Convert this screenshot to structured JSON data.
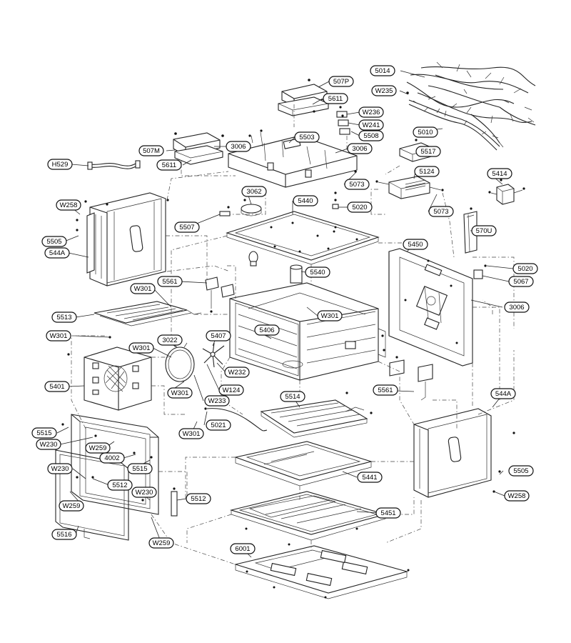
{
  "labels": [
    {
      "id": "5014",
      "t": "5014"
    },
    {
      "id": "W235",
      "t": "W235"
    },
    {
      "id": "507P",
      "t": "507P"
    },
    {
      "id": "5611a",
      "t": "5611"
    },
    {
      "id": "W236",
      "t": "W236"
    },
    {
      "id": "W241",
      "t": "W241"
    },
    {
      "id": "5508",
      "t": "5508"
    },
    {
      "id": "5010",
      "t": "5010"
    },
    {
      "id": "5503",
      "t": "5503"
    },
    {
      "id": "3006a",
      "t": "3006"
    },
    {
      "id": "507M",
      "t": "507M"
    },
    {
      "id": "3006b",
      "t": "3006"
    },
    {
      "id": "5517",
      "t": "5517"
    },
    {
      "id": "5611b",
      "t": "5611"
    },
    {
      "id": "H529",
      "t": "H529"
    },
    {
      "id": "5124",
      "t": "5124"
    },
    {
      "id": "5414",
      "t": "5414"
    },
    {
      "id": "5073a",
      "t": "5073"
    },
    {
      "id": "3062",
      "t": "3062"
    },
    {
      "id": "W258a",
      "t": "W258"
    },
    {
      "id": "5440",
      "t": "5440"
    },
    {
      "id": "5020a",
      "t": "5020"
    },
    {
      "id": "5073b",
      "t": "5073"
    },
    {
      "id": "5507",
      "t": "5507"
    },
    {
      "id": "570U",
      "t": "570U"
    },
    {
      "id": "5505a",
      "t": "5505"
    },
    {
      "id": "544Aa",
      "t": "544A"
    },
    {
      "id": "5450",
      "t": "5450"
    },
    {
      "id": "5540",
      "t": "5540"
    },
    {
      "id": "5020b",
      "t": "5020"
    },
    {
      "id": "5067",
      "t": "5067"
    },
    {
      "id": "5561a",
      "t": "5561"
    },
    {
      "id": "W301a",
      "t": "W301"
    },
    {
      "id": "3006c",
      "t": "3006"
    },
    {
      "id": "W301b",
      "t": "W301"
    },
    {
      "id": "5513",
      "t": "5513"
    },
    {
      "id": "5406",
      "t": "5406"
    },
    {
      "id": "W301c",
      "t": "W301"
    },
    {
      "id": "3022",
      "t": "3022"
    },
    {
      "id": "5407",
      "t": "5407"
    },
    {
      "id": "W301d",
      "t": "W301"
    },
    {
      "id": "W232",
      "t": "W232"
    },
    {
      "id": "5401",
      "t": "5401"
    },
    {
      "id": "W124",
      "t": "W124"
    },
    {
      "id": "5561b",
      "t": "5561"
    },
    {
      "id": "W301e",
      "t": "W301"
    },
    {
      "id": "5514",
      "t": "5514"
    },
    {
      "id": "544Ab",
      "t": "544A"
    },
    {
      "id": "W233",
      "t": "W233"
    },
    {
      "id": "5021",
      "t": "5021"
    },
    {
      "id": "W301f",
      "t": "W301"
    },
    {
      "id": "5515a",
      "t": "5515"
    },
    {
      "id": "W230a",
      "t": "W230"
    },
    {
      "id": "W259a",
      "t": "W259"
    },
    {
      "id": "4002",
      "t": "4002"
    },
    {
      "id": "5515b",
      "t": "5515"
    },
    {
      "id": "W230b",
      "t": "W230"
    },
    {
      "id": "5441",
      "t": "5441"
    },
    {
      "id": "5505b",
      "t": "5505"
    },
    {
      "id": "5512a",
      "t": "5512"
    },
    {
      "id": "W230c",
      "t": "W230"
    },
    {
      "id": "W258b",
      "t": "W258"
    },
    {
      "id": "5512b",
      "t": "5512"
    },
    {
      "id": "W259b",
      "t": "W259"
    },
    {
      "id": "5451",
      "t": "5451"
    },
    {
      "id": "5516",
      "t": "5516"
    },
    {
      "id": "W259c",
      "t": "W259"
    },
    {
      "id": "6001",
      "t": "6001"
    }
  ]
}
